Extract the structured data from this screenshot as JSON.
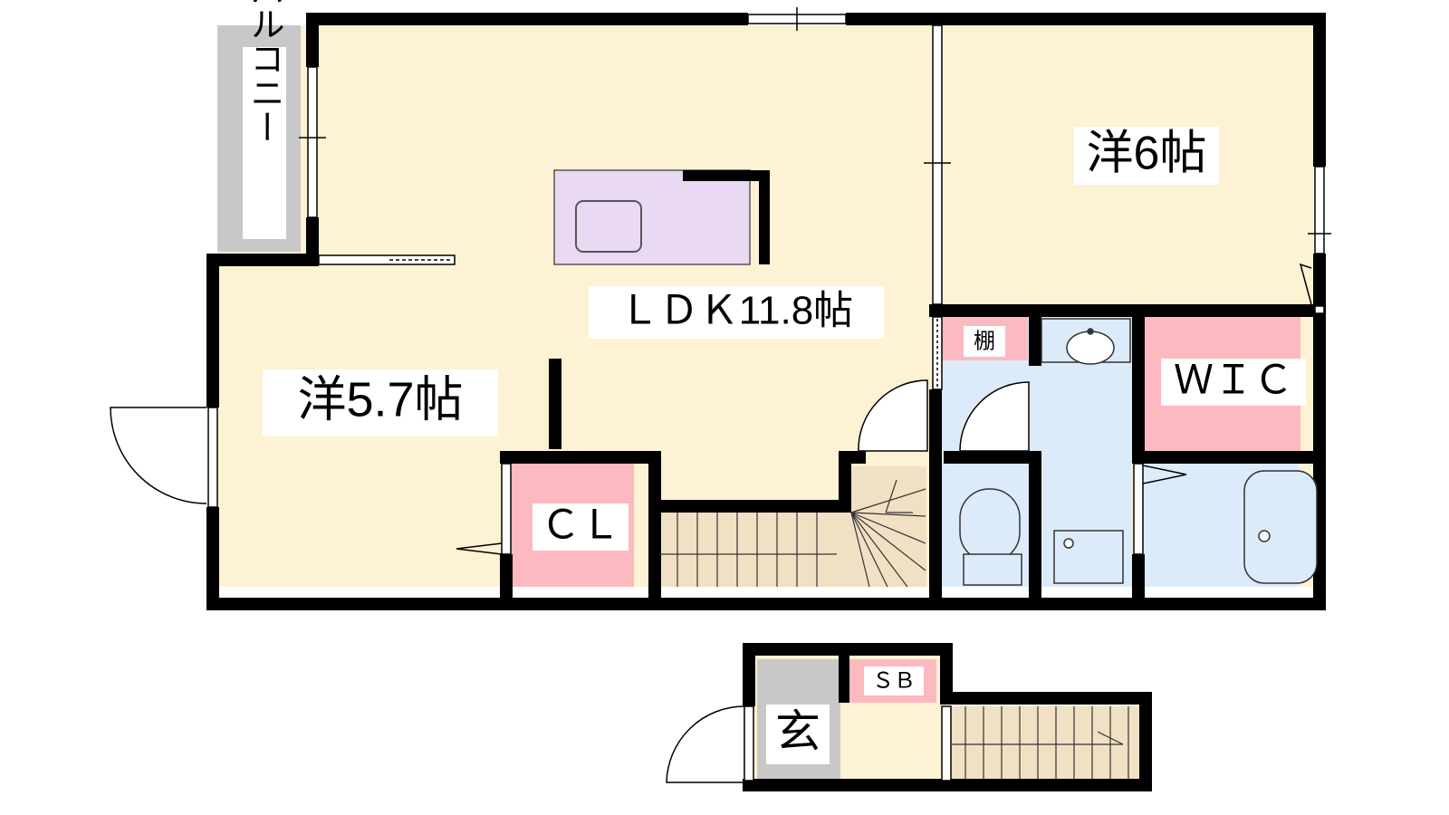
{
  "plan": {
    "rooms": {
      "balcony": "バルコニー",
      "ldk": "ＬＤＫ11.8帖",
      "western_6": "洋6帖",
      "western_5_7": "洋5.7帖",
      "closet": "ＣＬ",
      "wic": "ＷＩＣ",
      "shelf": "棚",
      "shoe_box": "ＳＢ",
      "entrance": "玄"
    },
    "colors": {
      "floor": "#fdf2d3",
      "wall": "#000000",
      "storage": "#fdb9c0",
      "wet_area": "#dcebfa",
      "balcony": "#c8c8c8",
      "entrance": "#c8c8c8",
      "kitchen": "#ead9f2",
      "stairs": "#f0e0c4"
    }
  }
}
